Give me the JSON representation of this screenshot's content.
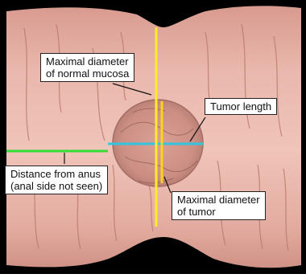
{
  "labels": {
    "normal_mucosa_line1": "Maximal diameter",
    "normal_mucosa_line2": "of normal mucosa",
    "tumor_length": "Tumor length",
    "distance_line1": "Distance from anus",
    "distance_line2": "(anal side not seen)",
    "tumor_diameter_line1": "Maximal diameter",
    "tumor_diameter_line2": "of tumor"
  },
  "colors": {
    "background": "#000000",
    "mucosa": "#e8b2a6",
    "mucosa_shadow": "#b97e74",
    "normal_mucosa_diameter": "#ffeb2a",
    "tumor_diameter": "#ffd21a",
    "tumor_length": "#33c4e0",
    "distance_from_anus": "#33dd33"
  }
}
